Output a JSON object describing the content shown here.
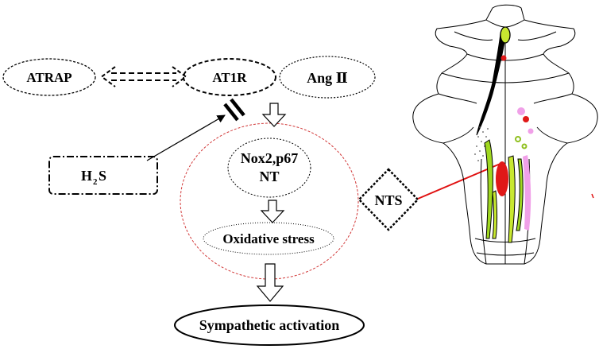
{
  "nodes": {
    "atrap": "ATRAP",
    "at1r": "AT1R",
    "angii": "Ang Ⅱ",
    "h2s_main": "H",
    "h2s_sub": "2",
    "h2s_tail": "S",
    "nox_line1": "Nox2,p67",
    "nox_line2": "NT",
    "oxidative": "Oxidative stress",
    "nts": "NTS",
    "sympathetic": "Sympathetic activation"
  },
  "colors": {
    "red_circle": "#d23a3a",
    "nts_connector": "#e01010",
    "yellow_green": "#c8e830",
    "lime": "#a0d820",
    "red": "#e01818",
    "pink": "#f0a0e8",
    "black": "#000000"
  },
  "icons": {
    "bidirectional_arrow": "dashed-double-arrow",
    "block_symbol": "double-bar-inhibition",
    "hollow_arrow": "hollow-down-arrow",
    "brainstem": "brainstem-section-illustration"
  }
}
